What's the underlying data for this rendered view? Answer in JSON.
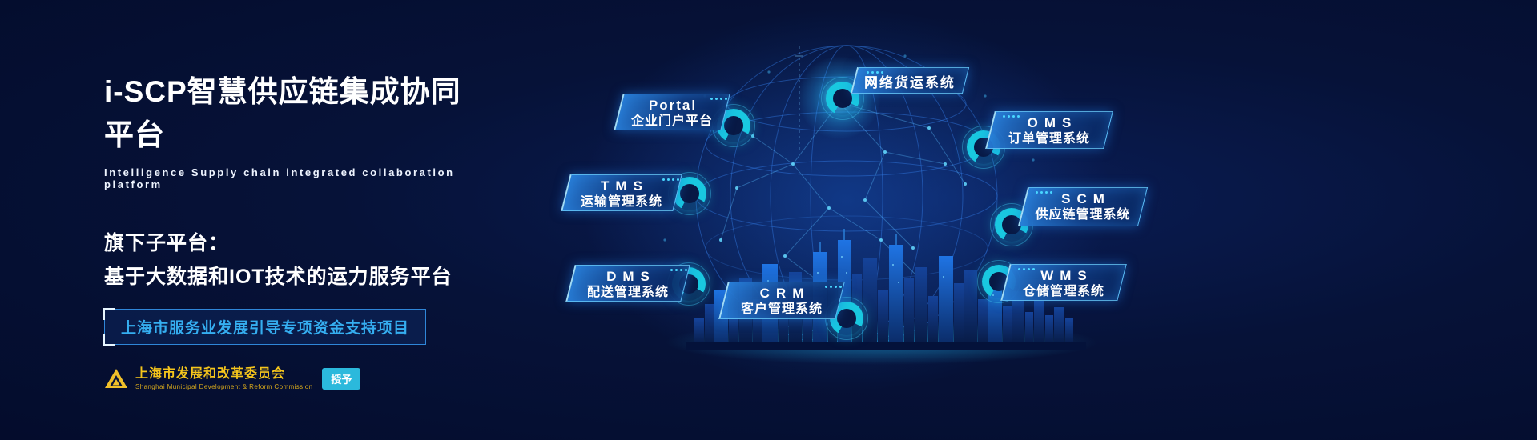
{
  "header": {
    "title": "i-SCP智慧供应链集成协同平台",
    "subtitle": "Intelligence Supply chain integrated collaboration platform"
  },
  "intro": {
    "line1": "旗下子平台：",
    "line2": "基于大数据和IOT技术的运力服务平台",
    "highlight": "上海市服务业发展引导专项资金支持项目"
  },
  "issuer": {
    "name": "上海市发展和改革委员会",
    "name_en": "Shanghai Municipal Development & Reform Commission",
    "badge": "授予"
  },
  "systems": [
    {
      "id": "portal",
      "abbr": "Portal",
      "name": "企业门户平台"
    },
    {
      "id": "freight",
      "abbr": "",
      "name": "网络货运系统"
    },
    {
      "id": "oms",
      "abbr": "OMS",
      "name": "订单管理系统"
    },
    {
      "id": "tms",
      "abbr": "TMS",
      "name": "运输管理系统"
    },
    {
      "id": "scm",
      "abbr": "SCM",
      "name": "供应链管理系统"
    },
    {
      "id": "dms",
      "abbr": "DMS",
      "name": "配送管理系统"
    },
    {
      "id": "crm",
      "abbr": "CRM",
      "name": "客户管理系统"
    },
    {
      "id": "wms",
      "abbr": "WMS",
      "name": "仓储管理系统"
    }
  ],
  "colors": {
    "background": "#061238",
    "accent_cyan": "#19c8e0",
    "chip_border": "#6ed2ff",
    "highlight_text": "#35aef0",
    "issuer_yellow": "#f5c51c",
    "badge_bg": "#2bb9dc"
  }
}
